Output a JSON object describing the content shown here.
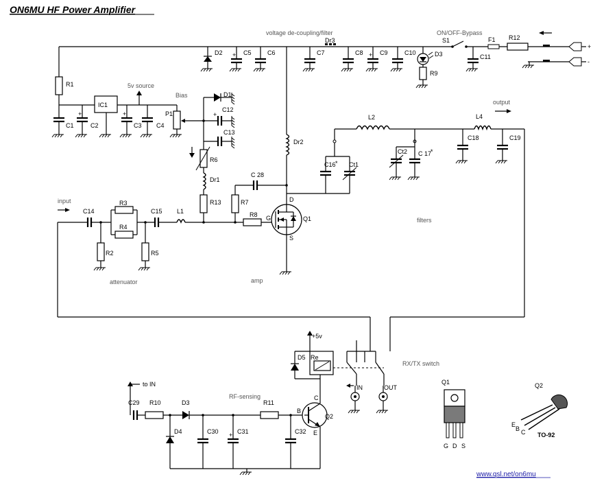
{
  "title": "ON6MU HF Power Amplifier",
  "url": "www.qsl.net/on6mu",
  "sections": {
    "decoupling": "voltage de-coupling/filter",
    "onoff": "ON/OFF-Bypass",
    "source5v": "5v source",
    "bias": "Bias",
    "output": "output",
    "input": "input",
    "filters": "filters",
    "attenuator": "attenuator",
    "amp": "amp",
    "rxtx": "RX/TX switch",
    "rfsensing": "RF-sensing",
    "plus5v": "+5v",
    "toin": "to IN"
  },
  "terminals": {
    "plus": "+",
    "minus": "-",
    "in": "IN",
    "out": "OUT"
  },
  "components": {
    "R1": "R1",
    "R2": "R2",
    "R3": "R3",
    "R4": "R4",
    "R5": "R5",
    "R6": "R6",
    "R7": "R7",
    "R8": "R8",
    "R9": "R9",
    "R10": "R10",
    "R11": "R11",
    "R12": "R12",
    "R13": "R13",
    "C1": "C1",
    "C2": "C2",
    "C3": "C3",
    "C4": "C4",
    "C5": "C5",
    "C6": "C6",
    "C7": "C7",
    "C8": "C8",
    "C9": "C9",
    "C10": "C10",
    "C11": "C11",
    "C12": "C12",
    "C13": "C13",
    "C14": "C14",
    "C15": "C15",
    "C16": "C16",
    "C17": "C 17",
    "C18": "C18",
    "C19": "C19",
    "C28": "C 28",
    "C29": "C29",
    "C30": "C30",
    "C31": "C31",
    "C32": "C32",
    "Ct1": "Ct1",
    "Ct2": "Ct2",
    "D1": "D1",
    "D2": "D2",
    "D3": "D3",
    "D3b": "D3",
    "D4": "D4",
    "D5": "D5",
    "Dr1": "Dr1",
    "Dr2": "Dr2",
    "Dr3": "Dr3",
    "L1": "L1",
    "L2": "L2",
    "L4": "L4",
    "IC1": "IC1",
    "P1": "P1",
    "S1": "S1",
    "F1": "F1",
    "Q1": "Q1",
    "Q2": "Q2",
    "Re": "Re"
  },
  "pins": {
    "D": "D",
    "G": "G",
    "S": "S",
    "B": "B",
    "C": "C",
    "E": "E"
  },
  "packages": {
    "q1": {
      "label": "Q1",
      "pins": [
        "G",
        "D",
        "S"
      ]
    },
    "q2": {
      "label": "Q2",
      "pins": [
        "E",
        "B",
        "C"
      ],
      "case": "TO-92"
    }
  },
  "star": "*",
  "icon_names": [
    "ground-symbol",
    "arrow-left",
    "arrow-right",
    "arrow-down",
    "led-rays"
  ]
}
